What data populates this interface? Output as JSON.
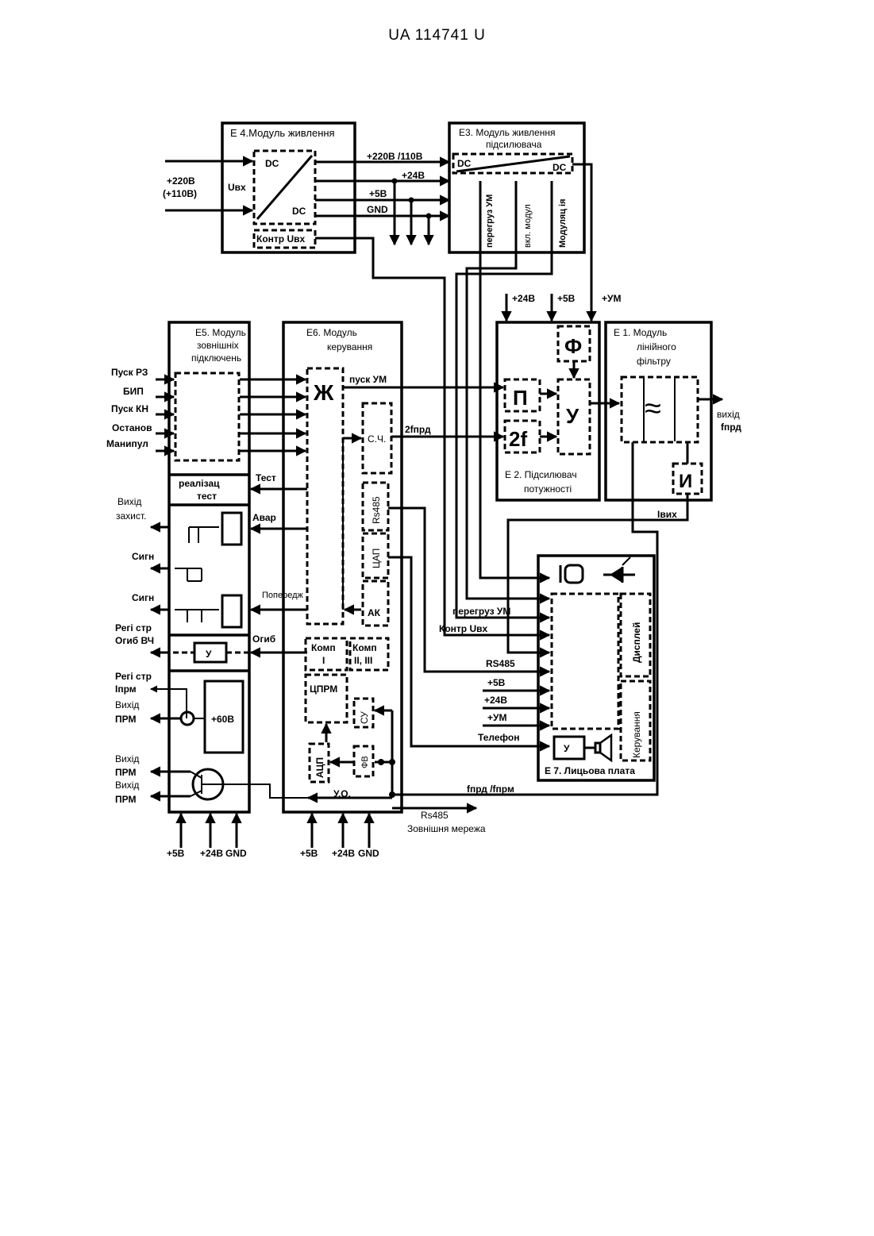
{
  "header": {
    "doc_id": "UA   114741   U"
  },
  "e4": {
    "title": "Е 4.Модуль живлення",
    "dc_top": "DC",
    "dc_bottom": "DC",
    "uvx": "Uвх",
    "kontr": "Контр Uвх",
    "in_a": "+220В",
    "in_b": "(+110В)"
  },
  "e3": {
    "title_a": "Е3. Модуль живлення",
    "title_b": "підсилювача",
    "dc_left": "DC",
    "dc_right": "DC",
    "v1": "перегруз УМ",
    "v2": "вкл. модул",
    "v3": "Модуляц ія"
  },
  "bus": {
    "l1": "+220В /110В",
    "l2": "+24В",
    "l3": "+5В",
    "l4": "GND"
  },
  "e2": {
    "title_a": "Е 2. Підсилювач",
    "title_b": "потужності",
    "in1": "+24В",
    "in2": "+5В",
    "in3": "+УМ",
    "f": "Ф",
    "p": "П",
    "u": "У",
    "f2": "2f"
  },
  "e1": {
    "title_a": "Е 1. Модуль",
    "title_b": "лінійного",
    "title_c": "фільтру",
    "filter": "≈",
    "i": "И",
    "out_a": "вихід",
    "out_b": "fпрд",
    "iout": "Iвих"
  },
  "e5": {
    "title_a": "Е5. Модуль",
    "title_b": "зовнішніх",
    "title_c": "підключень",
    "inputs": [
      "Пуск РЗ",
      "БИП",
      "Пуск КН",
      "Останов",
      "Манипул"
    ],
    "realtest_a": "реалізац",
    "realtest_b": "тест",
    "out1_a": "Вихід",
    "out1_b": "захист.",
    "sig1": "Сигн",
    "sig2": "Сигн",
    "reg1_a": "Регі стр",
    "reg1_b": "Огиб ВЧ",
    "u": "У",
    "reg2_a": "Регі стр",
    "reg2_b": "Iпрм",
    "out2_a": "Вихід",
    "out2_b": "ПРМ",
    "v60": "+60В",
    "out3_a": "Вихід",
    "out3_b": "ПРМ",
    "out4_a": "Вихід",
    "out4_b": "ПРМ"
  },
  "e6": {
    "title_a": "Е6. Модуль",
    "title_b": "керування",
    "zh": "Ж",
    "pusk": "пуск УМ",
    "sch": "С.Ч.",
    "f2prd": "2fпрд",
    "rs": "Rs485",
    "tsap": "ЦАП",
    "ak": "АК",
    "komp1_a": "Комп",
    "komp1_b": "I",
    "komp2_a": "Комп",
    "komp2_b": "II, III",
    "tsprm": "ЦПРМ",
    "su": "СУ",
    "adc": "АЦП",
    "fv": "ФВ",
    "uo": "У.О.",
    "test": "Тест",
    "avar": "Авар",
    "poperedzh": "Попередж",
    "ogib": "Огиб"
  },
  "e7": {
    "title": "Е 7. Лицьова плата",
    "display": "Дисплей",
    "control": "Керування",
    "u": "У",
    "l1": "перегруз УМ",
    "l2": "Контр Uвх",
    "l3": "RS485",
    "l4": "+5В",
    "l5": "+24В",
    "l6": "+УМ",
    "l7": "Телефон"
  },
  "bottom": {
    "fprd": "fпрд /fпрм",
    "rs485": "Rs485",
    "ext_net": "Зовнішня мережа",
    "pw1": "+5В",
    "pw2": "+24В",
    "pw3": "GND",
    "pw4": "+5В",
    "pw5": "+24В",
    "pw6": "GND"
  }
}
